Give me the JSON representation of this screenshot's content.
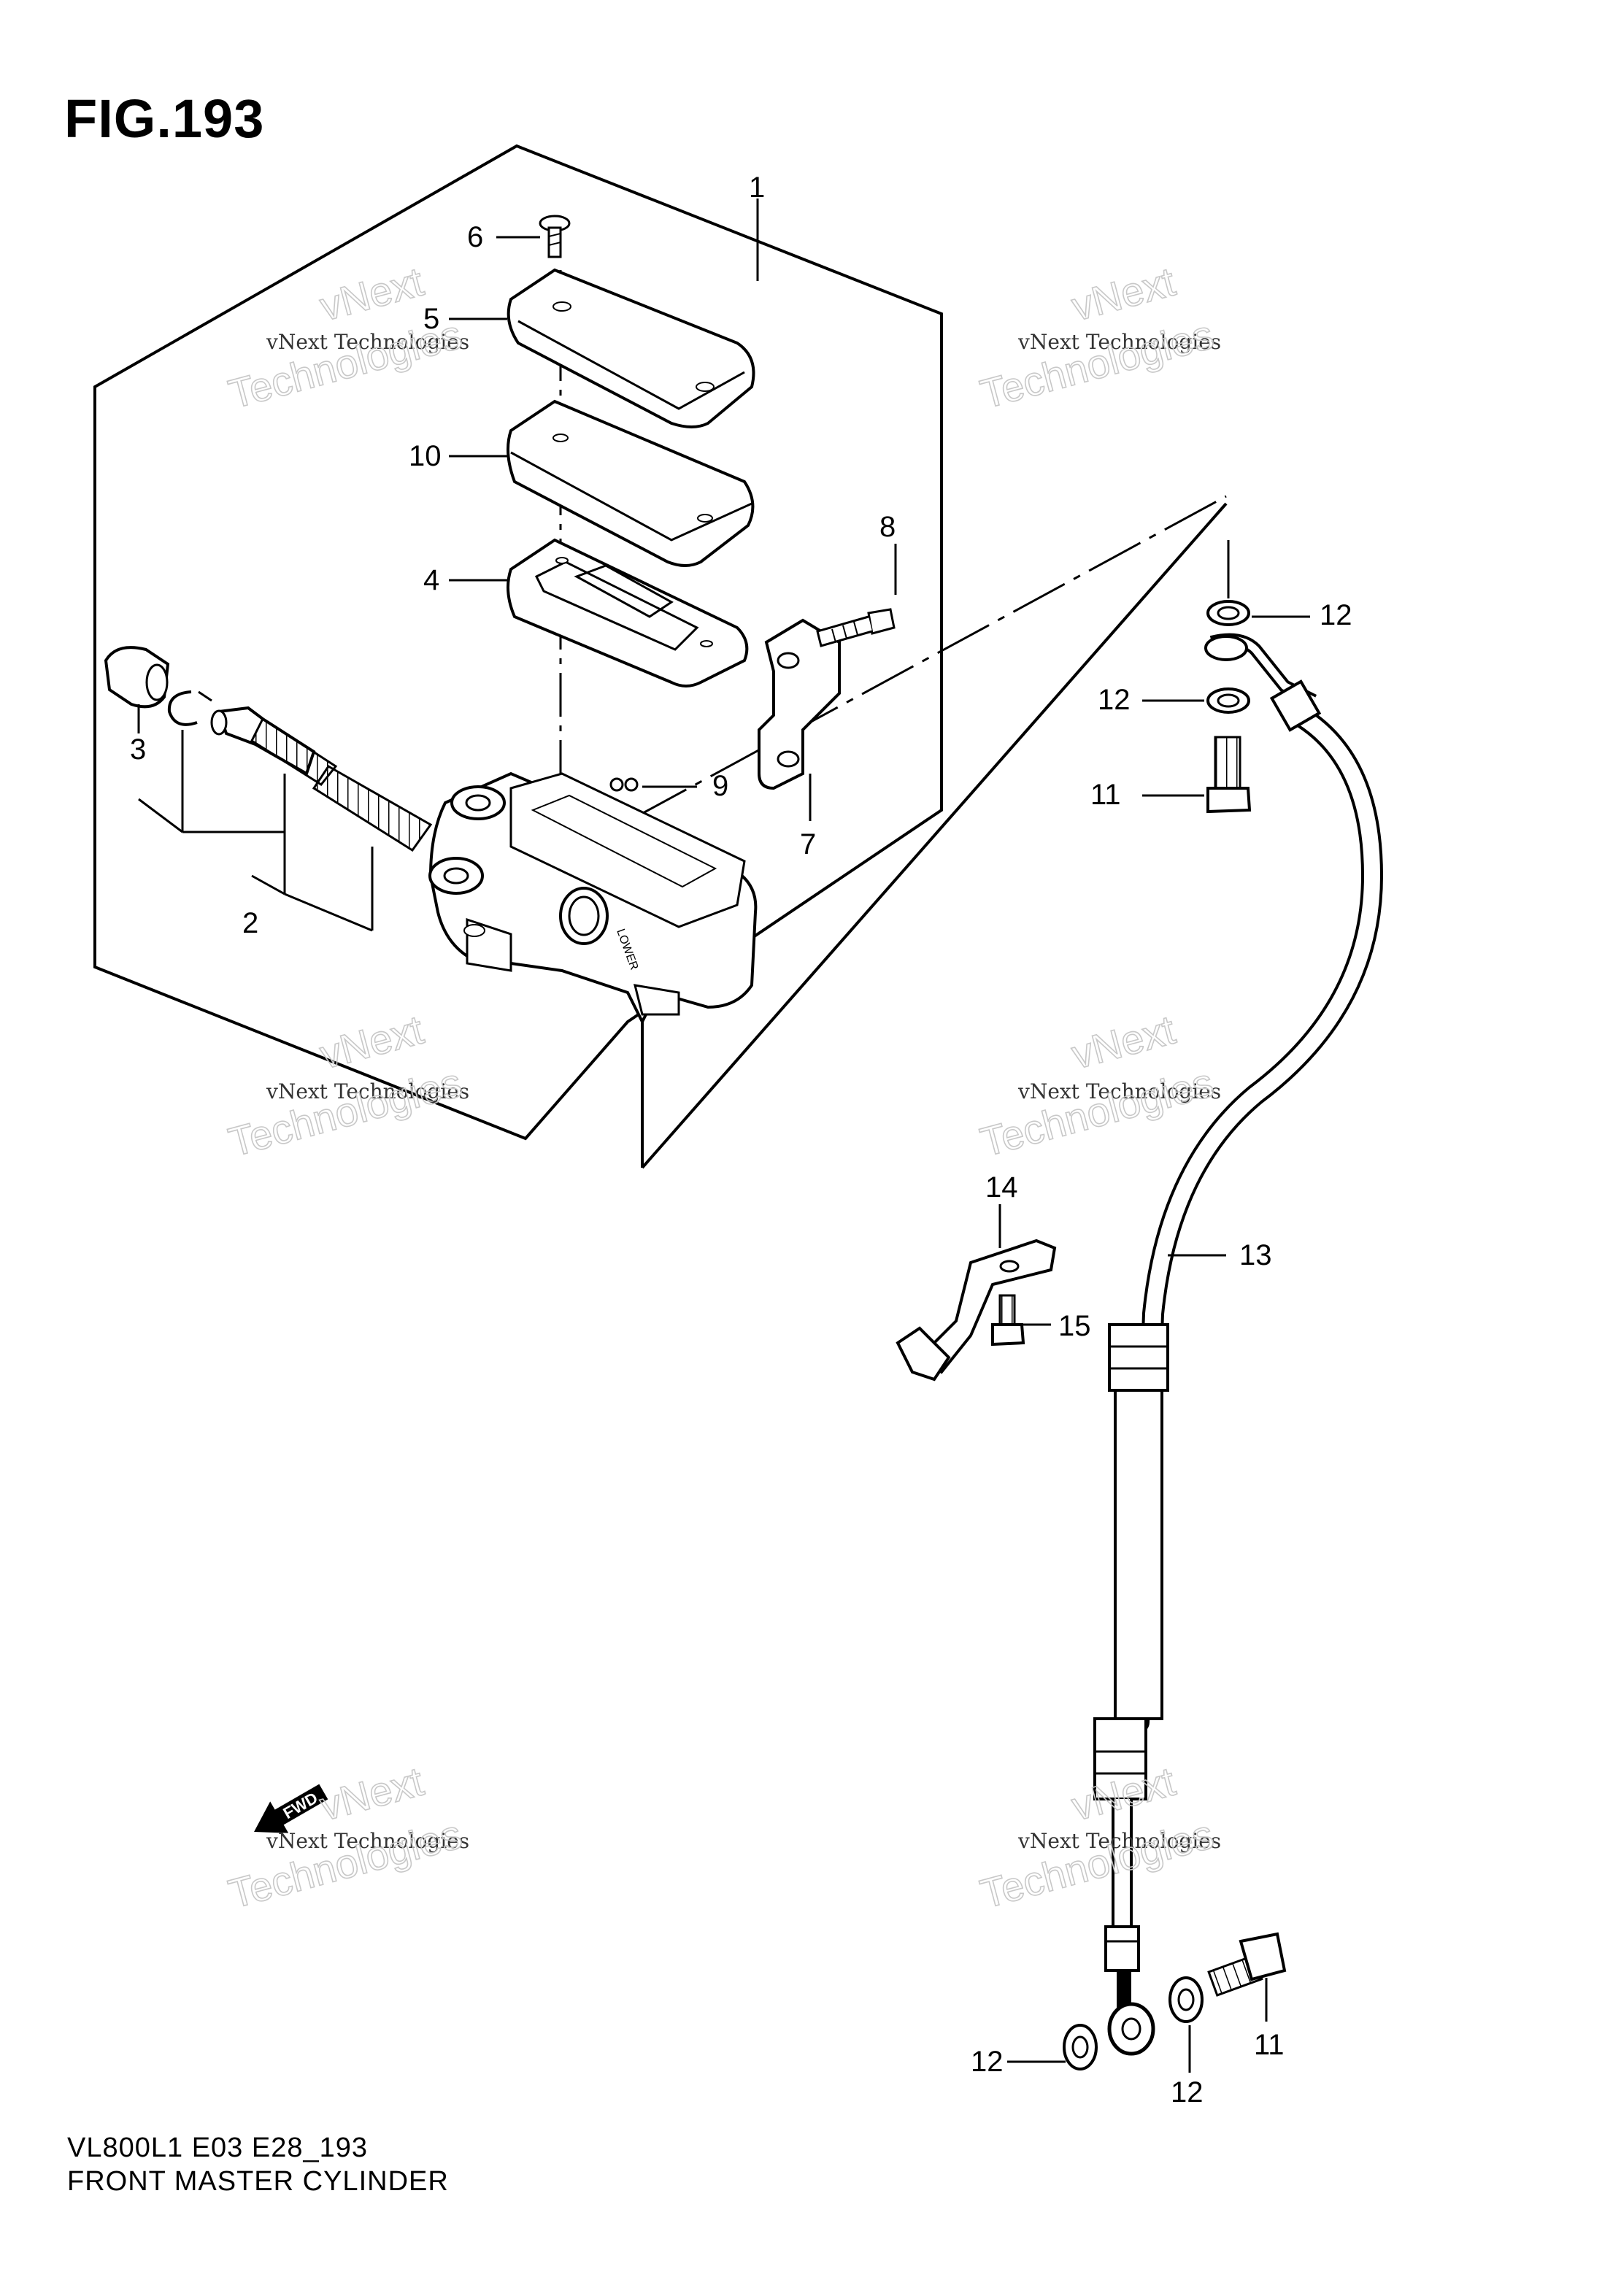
{
  "figure": {
    "title": "FIG.193",
    "model_code": "VL800L1 E03 E28_193",
    "name": "FRONT MASTER CYLINDER"
  },
  "callouts": [
    "1",
    "2",
    "3",
    "4",
    "5",
    "6",
    "7",
    "8",
    "9",
    "10",
    "11",
    "11",
    "12",
    "12",
    "12",
    "12",
    "13",
    "14",
    "15"
  ],
  "watermark": {
    "line1": "vNext Technologies",
    "line2": "vNext",
    "line3": "Technologies"
  },
  "markings": {
    "fwd": "FWD",
    "lower": "LOWER"
  }
}
